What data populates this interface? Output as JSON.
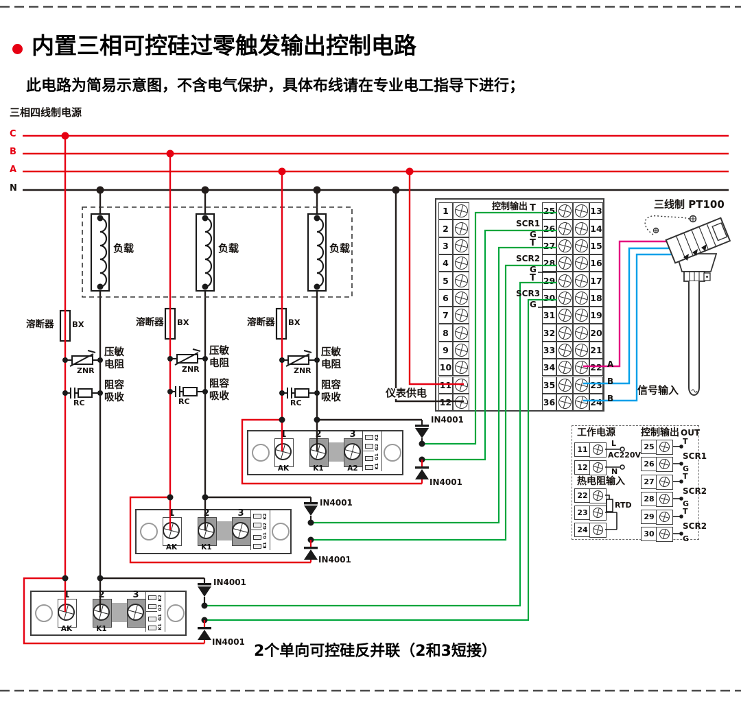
{
  "header": {
    "title": "内置三相可控硅过零触发输出控制电路",
    "subtitle": "此电路为简易示意图，不含电气保护，具体布线请在专业电工指导下进行；",
    "source_label": "三相四线制电源"
  },
  "phases": {
    "c": "C",
    "b": "B",
    "a": "A",
    "n": "N"
  },
  "load": {
    "label": "负载"
  },
  "protection": {
    "fuse_label": "溶断器",
    "fuse_code": "BX",
    "varistor_line1": "压敏",
    "varistor_line2": "电阻",
    "varistor_code": "ZNR",
    "snubber_line1": "阻容",
    "snubber_line2": "吸收",
    "snubber_code": "RC"
  },
  "terminal_block": {
    "left_numbers": [
      "1",
      "2",
      "3",
      "4",
      "5",
      "6",
      "7",
      "8",
      "9",
      "10",
      "11",
      "12"
    ],
    "inner_numbers": [
      "25",
      "26",
      "27",
      "28",
      "29",
      "30",
      "31",
      "32",
      "33",
      "34",
      "35",
      "36"
    ],
    "outer_numbers": [
      "13",
      "14",
      "15",
      "16",
      "17",
      "18",
      "19",
      "20",
      "21",
      "22",
      "23",
      "24"
    ],
    "control_output_label": "控制输出",
    "scr_groups": [
      {
        "t": "T",
        "name": "SCR1",
        "g": "G"
      },
      {
        "t": "T",
        "name": "SCR2",
        "g": "G"
      },
      {
        "t": "T",
        "name": "SCR3",
        "g": "G"
      }
    ],
    "instrument_power_label": "仪表供电",
    "sensor_terminal_labels": [
      "A",
      "B",
      "B"
    ]
  },
  "modules": {
    "numbers": [
      "1",
      "2",
      "3"
    ],
    "name_ak": "AK",
    "name_k1": "K1",
    "name_a2": "A2",
    "strip_labels": [
      "K2",
      "G2",
      "G1",
      "K1"
    ],
    "diode_label": "IN4001"
  },
  "sensor": {
    "title": "三线制 PT100",
    "signal_input_label": "信号输入"
  },
  "legend": {
    "work_power_label": "工作电源",
    "l": "L",
    "n": "N",
    "ac": "AC220V",
    "rtd_input_label": "热电阻输入",
    "rtd": "RTD",
    "control_output_label": "控制输出",
    "out": "OUT",
    "power_terminals": [
      "11",
      "12"
    ],
    "rtd_terminals": [
      "22",
      "23",
      "24"
    ],
    "out_groups": [
      {
        "n1": "25",
        "n2": "26",
        "t": "T",
        "name": "SCR1",
        "g": "G"
      },
      {
        "n1": "27",
        "n2": "28",
        "t": "T",
        "name": "SCR2",
        "g": "G"
      },
      {
        "n1": "29",
        "n2": "30",
        "t": "T",
        "name": "SCR2",
        "g": "G"
      }
    ]
  },
  "caption": "2个单向可控硅反并联（2和3短接）",
  "colors": {
    "phase_red": "#e60012",
    "neutral_black": "#221c1a",
    "control_green": "#00a63c",
    "sensor_magenta": "#e4007f",
    "sensor_cyan": "#00a0e9"
  }
}
